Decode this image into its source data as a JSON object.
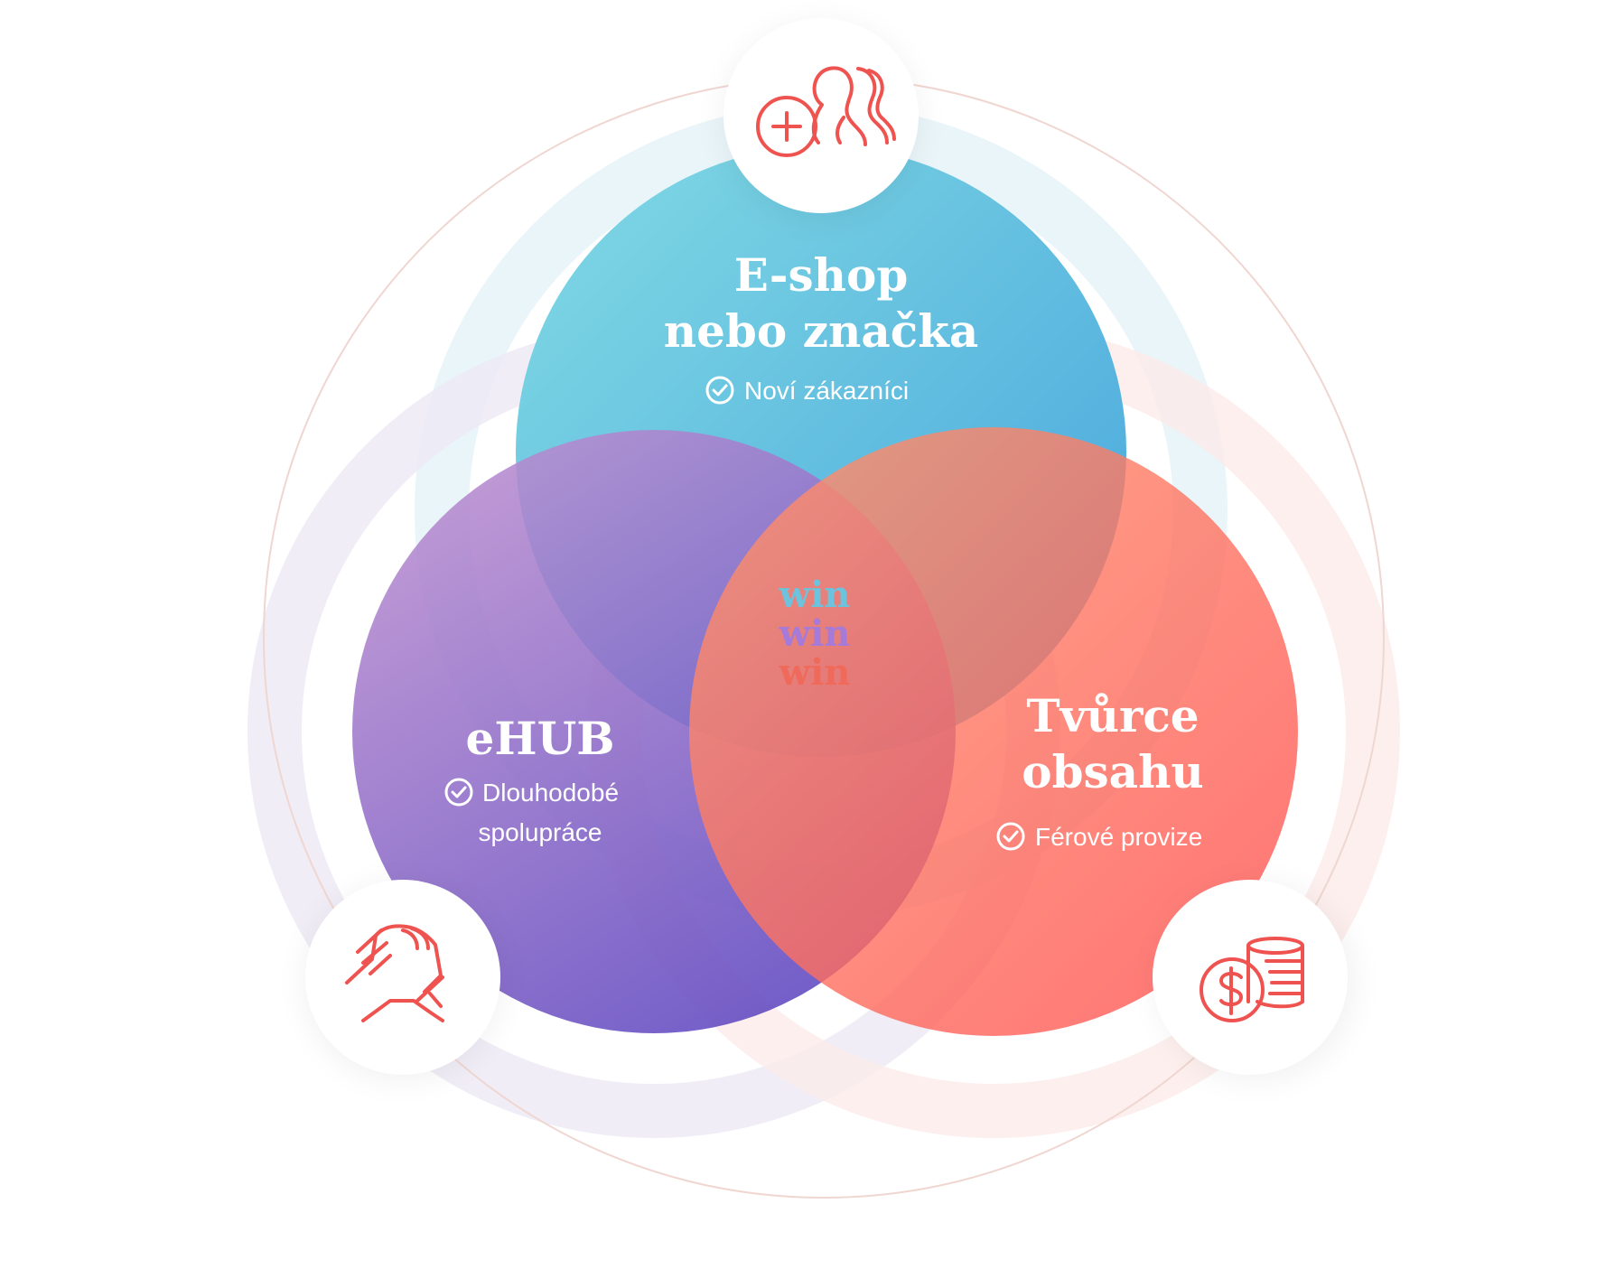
{
  "diagram": {
    "center_words": [
      {
        "text": "win",
        "color": "#6bc3dd"
      },
      {
        "text": "win",
        "color": "#a57ad8"
      },
      {
        "text": "win",
        "color": "#f06a5c"
      }
    ],
    "circles": [
      {
        "id": "eshop",
        "title_line1": "E-shop",
        "title_line2": "nebo značka",
        "benefit_line1": "Noví zákazníci",
        "icon": "add-customers-icon",
        "colors": [
          "#7bd6e4",
          "#4aa6dc"
        ]
      },
      {
        "id": "ehub",
        "title_line1": "eHUB",
        "benefit_line1": "Dlouhodobé",
        "benefit_line2": "spolupráce",
        "icon": "handshake-icon",
        "colors": [
          "#b98ed0",
          "#5b45c0"
        ]
      },
      {
        "id": "creator",
        "title_line1": "Tvůrce",
        "title_line2": "obsahu",
        "benefit_line1": "Férové provize",
        "icon": "coins-dollar-icon",
        "colors": [
          "#ff8a6a",
          "#ff5a55"
        ]
      }
    ],
    "icon_color": "#ef5350"
  }
}
